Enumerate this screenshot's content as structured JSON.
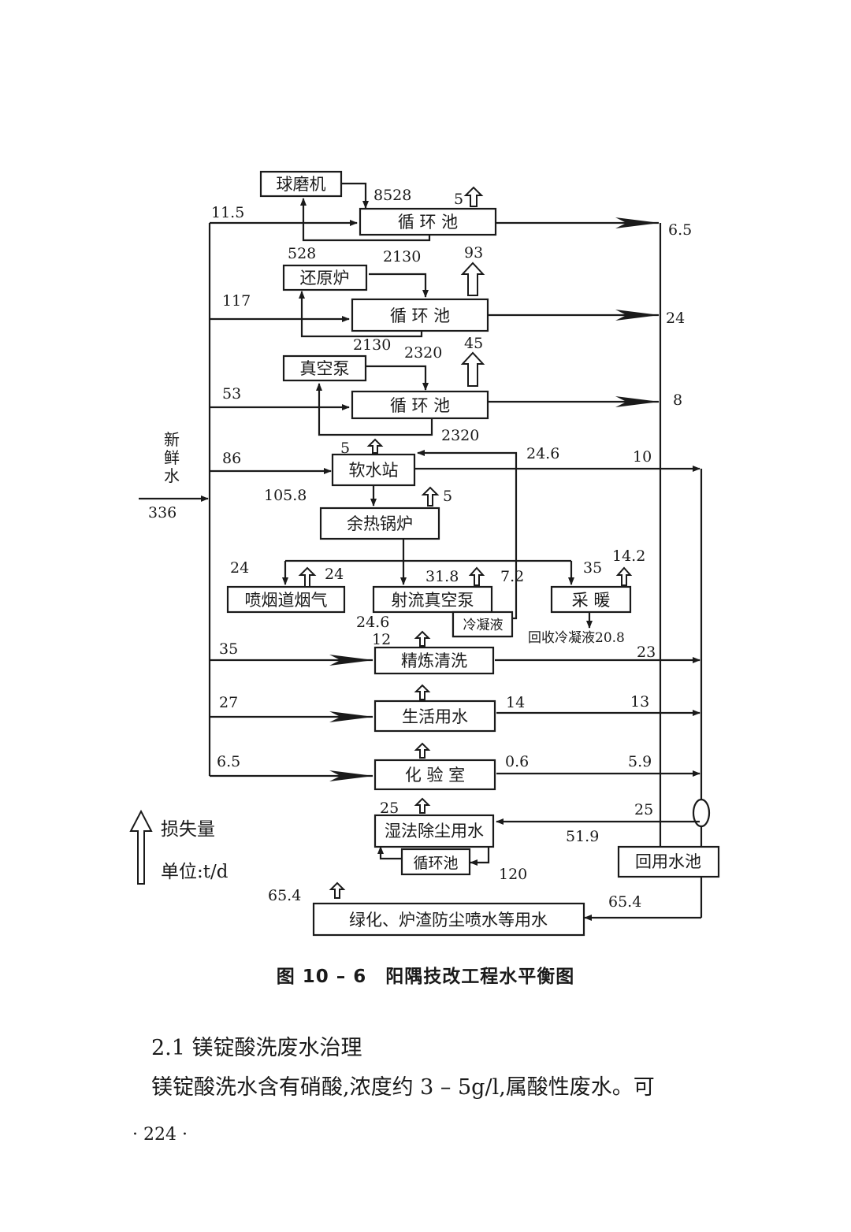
{
  "diagram": {
    "boxes": {
      "ball_mill": "球磨机",
      "pool1": "循 环 池",
      "reduction_furnace": "还原炉",
      "pool2": "循 环 池",
      "vacuum_pump": "真空泵",
      "pool3": "循 环 池",
      "soft_water": "软水站",
      "waste_heat_boiler": "余热锅炉",
      "flue_spray": "喷烟道烟气",
      "jet_pump": "射流真空泵",
      "heating": "采 暖",
      "refining": "精炼清洗",
      "domestic": "生活用水",
      "lab": "化 验 室",
      "dust": "湿法除尘用水",
      "recycle_small": "循环池",
      "reuse_pool": "回用水池",
      "greening": "绿化、炉渣防尘喷水等用水"
    },
    "labels": {
      "condensate": "冷凝液",
      "recovered_condensate": "回收冷凝液20.8",
      "fresh_water": [
        "新",
        "鲜",
        "水"
      ]
    },
    "numbers": {
      "n_11_5": "11.5",
      "n_8528": "8528",
      "n_5_top": "5",
      "n_6_5_right": "6.5",
      "n_528": "528",
      "n_2130a": "2130",
      "n_93": "93",
      "n_117": "117",
      "n_24_right": "24",
      "n_2130b": "2130",
      "n_2320a": "2320",
      "n_45": "45",
      "n_53": "53",
      "n_8": "8",
      "n_2320b": "2320",
      "n_5_soft": "5",
      "n_24_6_top": "24.6",
      "n_10": "10",
      "n_86": "86",
      "n_336": "336",
      "n_105_8": "105.8",
      "n_5_boiler": "5",
      "n_24_left": "24",
      "n_24_loss": "24",
      "n_31_8": "31.8",
      "n_7_2": "7.2",
      "n_35_heat": "35",
      "n_14_2": "14.2",
      "n_24_6_bottom": "24.6",
      "n_12": "12",
      "n_35": "35",
      "n_23": "23",
      "n_27": "27",
      "n_14": "14",
      "n_13": "13",
      "n_6_5": "6.5",
      "n_0_6": "0.6",
      "n_5_9": "5.9",
      "n_25_loss": "25",
      "n_25_in": "25",
      "n_51_9": "51.9",
      "n_120": "120",
      "n_65_4_left": "65.4",
      "n_65_4_right": "65.4"
    },
    "legend": {
      "loss": "损失量",
      "unit": "单位:t/d"
    }
  },
  "caption": "图 10 – 6　阳隅技改工程水平衡图",
  "section_heading": "2.1 镁锭酸洗废水治理",
  "paragraph": "镁锭酸洗水含有硝酸,浓度约 3 – 5g/l,属酸性废水。可",
  "page_number": "· 224 ·"
}
